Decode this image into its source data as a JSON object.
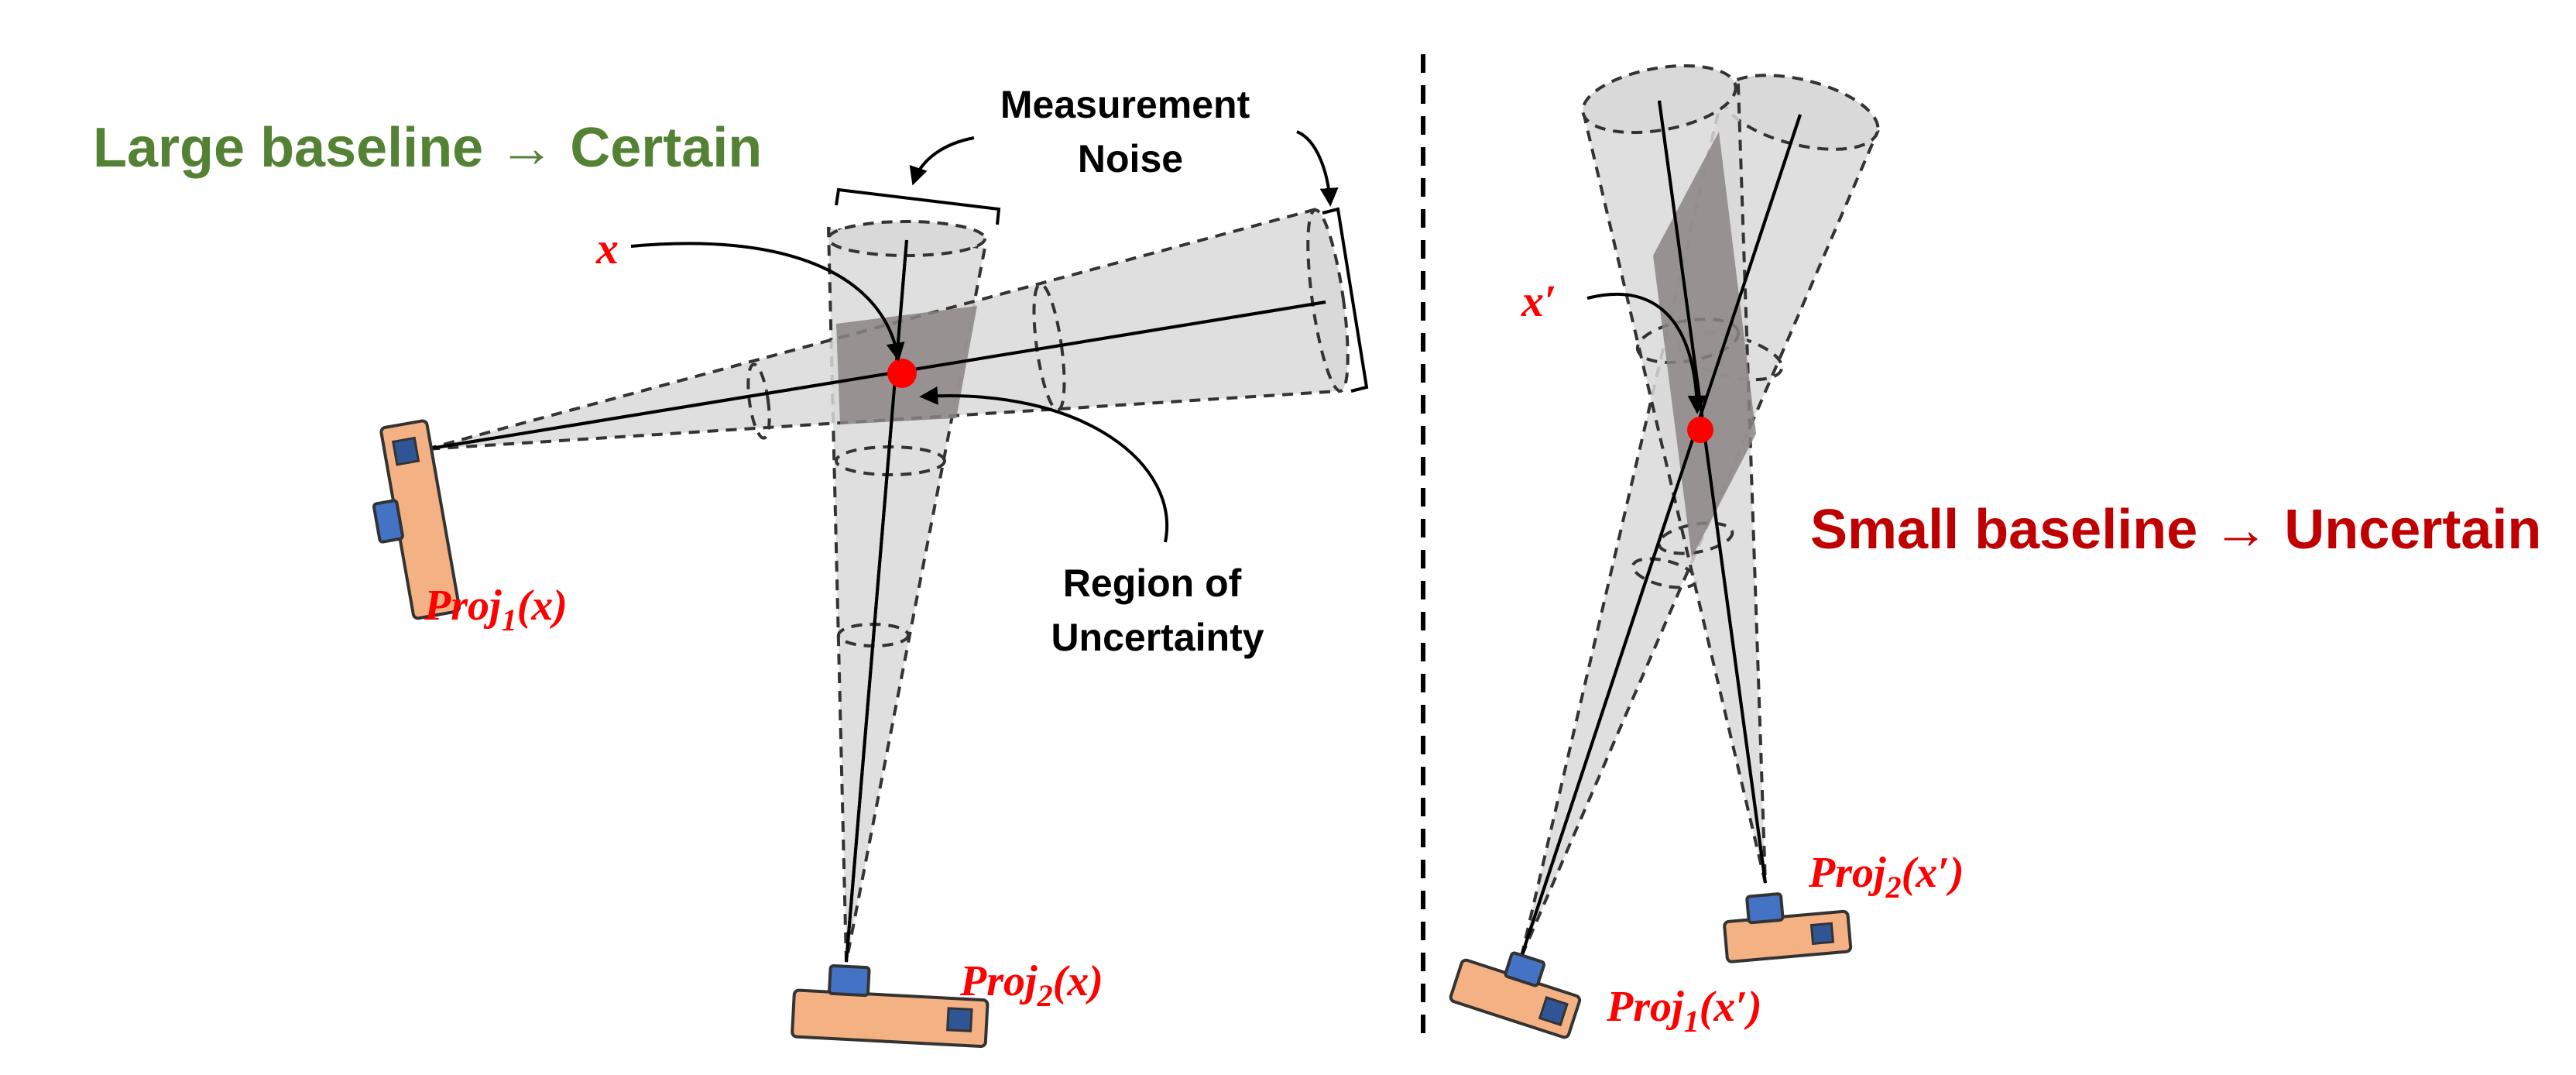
{
  "left_panel": {
    "title": "Large baseline → Certain",
    "point_label": "x",
    "measurement_noise": [
      "Measurement",
      "Noise"
    ],
    "region_of_uncertainty": [
      "Region of",
      "Uncertainty"
    ],
    "proj1": {
      "name": "Proj",
      "sub": "1",
      "arg": "(x)"
    },
    "proj2": {
      "name": "Proj",
      "sub": "2",
      "arg": "(x)"
    }
  },
  "right_panel": {
    "title": "Small baseline → Uncertain",
    "point_label": "x′",
    "proj1": {
      "name": "Proj",
      "sub": "1",
      "arg": "(x′)"
    },
    "proj2": {
      "name": "Proj",
      "sub": "2",
      "arg": "(x′)"
    }
  },
  "colors": {
    "green": "#548235",
    "red_title": "#C00000",
    "red_label": "#FF0000",
    "cone_fill": "#D9D9D9",
    "overlap_fill": "#8C8484",
    "camera_body": "#F4B183",
    "camera_lens": "#4472C4",
    "camera_window": "#2F5597"
  },
  "icons": [
    "camera-icon"
  ]
}
